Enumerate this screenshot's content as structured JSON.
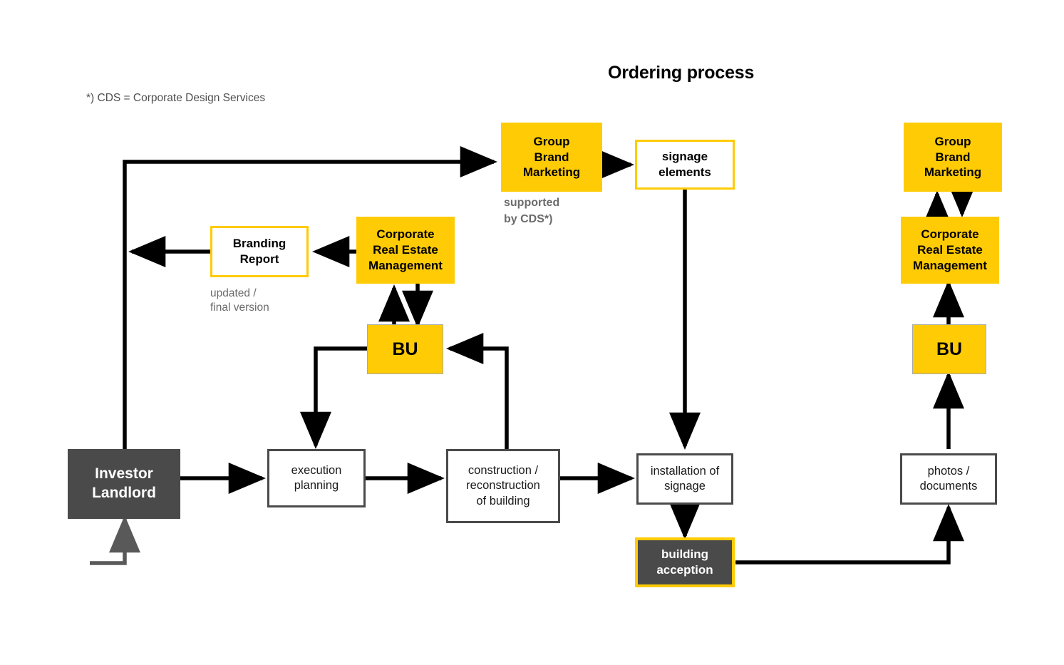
{
  "page": {
    "title": "Ordering process",
    "footnote": "*) CDS = Corporate Design Services",
    "background": "#ffffff",
    "accent_yellow": "#FFCB05",
    "dark_gray": "#4A4A4A"
  },
  "captions": {
    "supported_by_cds": "supported\nby CDS*)",
    "updated_final": "updated /\nfinal version"
  },
  "nodes": {
    "investor_landlord": {
      "label": "Investor\nLandlord",
      "style": "dark"
    },
    "execution_planning": {
      "label": "execution\nplanning",
      "style": "white-gray"
    },
    "construction": {
      "label": "construction /\nreconstruction\nof building",
      "style": "white-gray"
    },
    "installation_signage": {
      "label": "installation of\nsignage",
      "style": "white-gray"
    },
    "photos_documents": {
      "label": "photos /\ndocuments",
      "style": "white-gray"
    },
    "building_acception": {
      "label": "building\nacception",
      "style": "dark-yellow"
    },
    "bu_left": {
      "label": "BU",
      "style": "yellow-bu"
    },
    "bu_right": {
      "label": "BU",
      "style": "yellow-bu"
    },
    "crem_left": {
      "label": "Corporate\nReal Estate\nManagement",
      "style": "yellow"
    },
    "crem_right": {
      "label": "Corporate\nReal Estate\nManagement",
      "style": "yellow"
    },
    "gbm_left": {
      "label": "Group\nBrand\nMarketing",
      "style": "yellow"
    },
    "gbm_right": {
      "label": "Group\nBrand\nMarketing",
      "style": "yellow"
    },
    "branding_report": {
      "label": "Branding\nReport",
      "style": "white-yellow"
    },
    "signage_elements": {
      "label": "signage\nelements",
      "style": "white-yellow"
    }
  },
  "edges": [
    {
      "name": "investor-to-gbm",
      "from": "investor_landlord",
      "to": "gbm_left",
      "style": "solid",
      "color": "#000000"
    },
    {
      "name": "investor-to-execution",
      "from": "investor_landlord",
      "to": "execution_planning",
      "style": "solid",
      "color": "#000000"
    },
    {
      "name": "execution-to-construction",
      "from": "execution_planning",
      "to": "construction",
      "style": "solid",
      "color": "#000000"
    },
    {
      "name": "construction-to-installation",
      "from": "construction",
      "to": "installation_signage",
      "style": "solid",
      "color": "#000000"
    },
    {
      "name": "gbm-to-signage-elements",
      "from": "gbm_left",
      "to": "signage_elements",
      "style": "solid",
      "color": "#000000"
    },
    {
      "name": "signage-elements-to-installation",
      "from": "signage_elements",
      "to": "installation_signage",
      "style": "solid",
      "color": "#000000"
    },
    {
      "name": "installation-to-building-acception",
      "from": "installation_signage",
      "to": "building_acception",
      "style": "solid",
      "color": "#000000"
    },
    {
      "name": "building-acception-to-photos",
      "from": "building_acception",
      "to": "photos_documents",
      "style": "solid",
      "color": "#000000"
    },
    {
      "name": "photos-to-bu-right",
      "from": "photos_documents",
      "to": "bu_right",
      "style": "solid",
      "color": "#000000"
    },
    {
      "name": "bu-right-to-crem-right",
      "from": "bu_right",
      "to": "crem_right",
      "style": "solid",
      "color": "#000000"
    },
    {
      "name": "crem-right-to-gbm-right",
      "from": "crem_right",
      "to": "gbm_right",
      "style": "solid",
      "color": "#000000"
    },
    {
      "name": "gbm-right-to-crem-right",
      "from": "gbm_right",
      "to": "crem_right",
      "style": "solid",
      "color": "#000000"
    },
    {
      "name": "crem-left-to-bu-left",
      "from": "crem_left",
      "to": "bu_left",
      "style": "solid",
      "color": "#000000"
    },
    {
      "name": "bu-left-to-crem-left",
      "from": "bu_left",
      "to": "crem_left",
      "style": "solid",
      "color": "#000000"
    },
    {
      "name": "bu-left-to-execution",
      "from": "bu_left",
      "to": "execution_planning",
      "style": "solid",
      "color": "#000000"
    },
    {
      "name": "construction-to-bu-left",
      "from": "construction",
      "to": "bu_left",
      "style": "solid",
      "color": "#000000"
    },
    {
      "name": "crem-left-to-branding-report",
      "from": "crem_left",
      "to": "branding_report",
      "style": "dashed",
      "color": "#000000"
    },
    {
      "name": "branding-report-to-investor",
      "from": "branding_report",
      "to": "investor_landlord",
      "style": "solid",
      "color": "#000000"
    },
    {
      "name": "external-to-investor",
      "from": "external",
      "to": "investor_landlord",
      "style": "solid",
      "color": "#595959"
    }
  ]
}
